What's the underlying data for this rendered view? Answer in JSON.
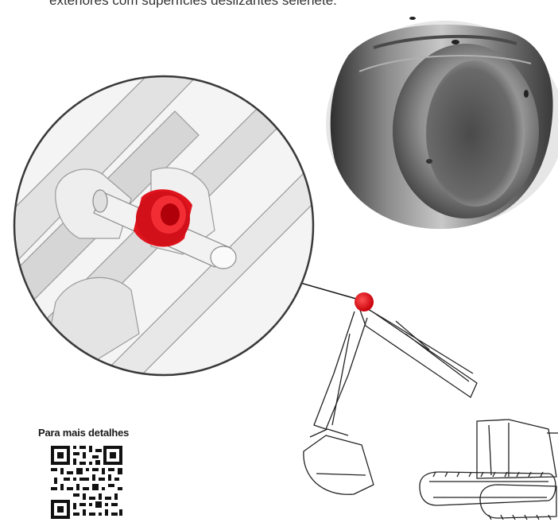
{
  "page": {
    "top_text": "exteriores com superfícies deslizantes selenete.",
    "qr_caption": "Para mais detalhes"
  },
  "colors": {
    "highlight": "#e0141c",
    "circle_bg": "#f2f2f2",
    "line": "#8a8a8a"
  },
  "icons": {
    "product": "spherical-plain-bearing-photo",
    "detail": "pin-joint-detail",
    "machine": "excavator-drawing",
    "code": "qr-code"
  }
}
